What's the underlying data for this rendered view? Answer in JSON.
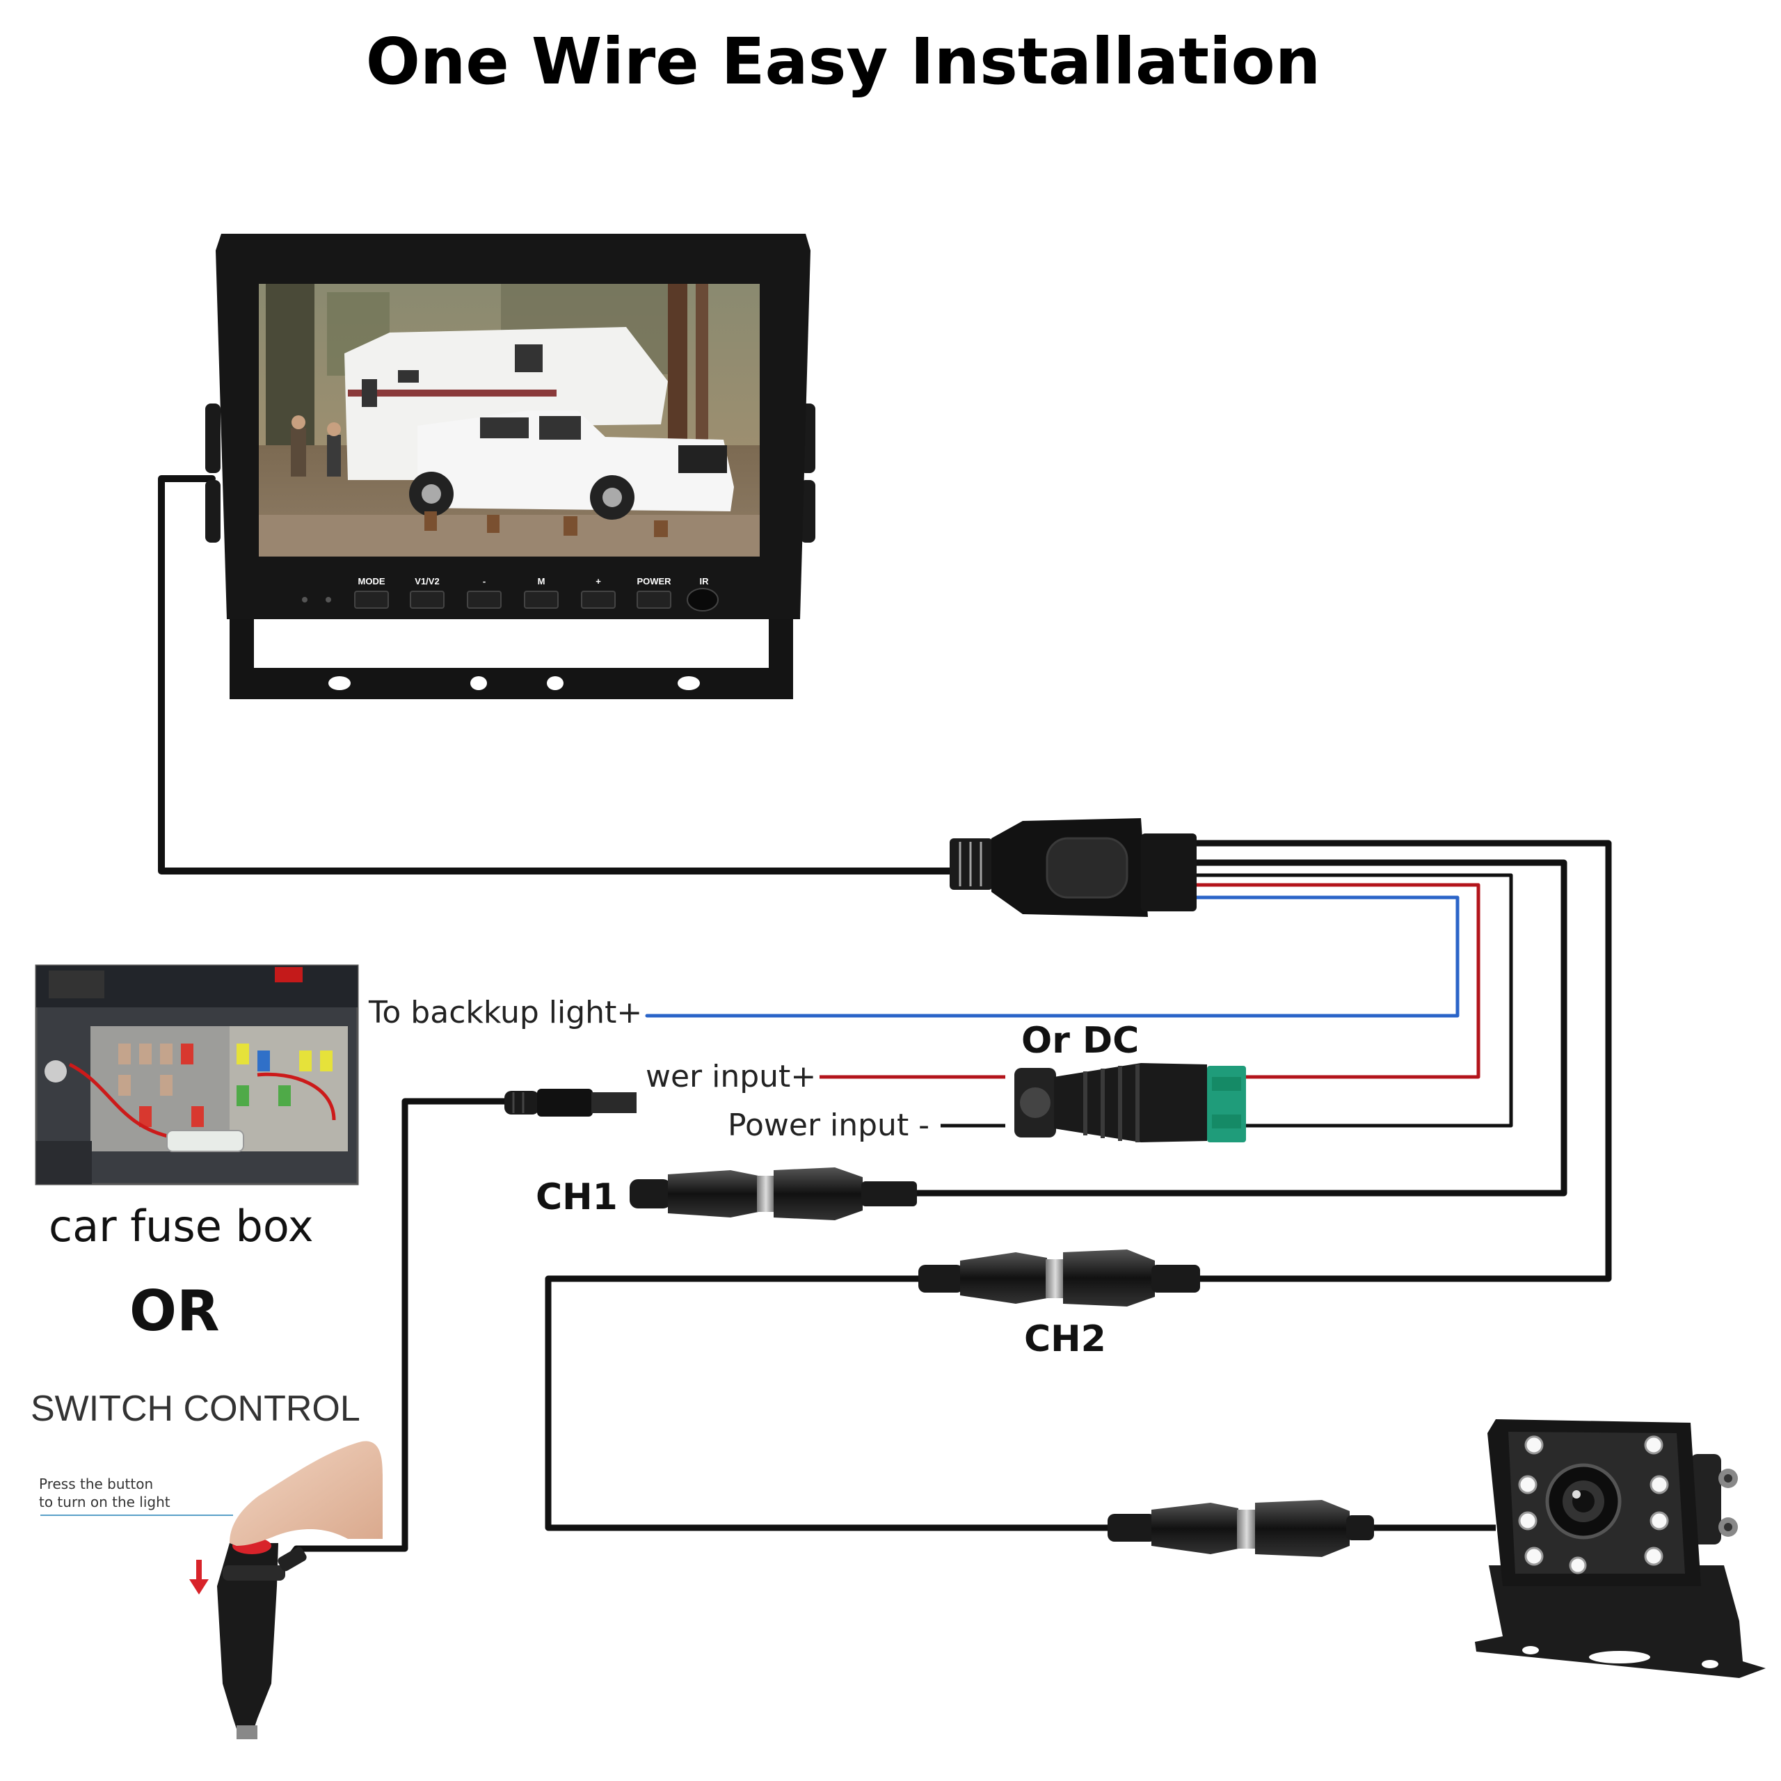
{
  "title": "One Wire Easy Installation",
  "labels": {
    "backup_light": "To backkup light+",
    "or_dc": "Or DC",
    "power_input_plus": "wer input+",
    "power_input_minus": "Power input -",
    "ch1": "CH1",
    "ch2": "CH2",
    "car_fuse_box": "car fuse box",
    "or": "OR",
    "switch_control": "SWITCH CONTROL",
    "press_line1": "Press the button",
    "press_line2": "to turn on the light"
  },
  "monitor": {
    "buttons": [
      "MODE",
      "V1/V2",
      "-",
      "M",
      "+",
      "POWER",
      "IR"
    ],
    "screen_image": "camper-truck-photo"
  },
  "colors": {
    "wire_black": "#111111",
    "wire_red": "#b3141b",
    "wire_blue": "#2a64c8",
    "connector_green": "#1f9c7a",
    "plug_button_red": "#d8232a"
  },
  "icons": {
    "fuse_box": "car-fuse-box-photo",
    "camera": "backup-camera-icon",
    "plug": "cigarette-lighter-plug-icon"
  }
}
